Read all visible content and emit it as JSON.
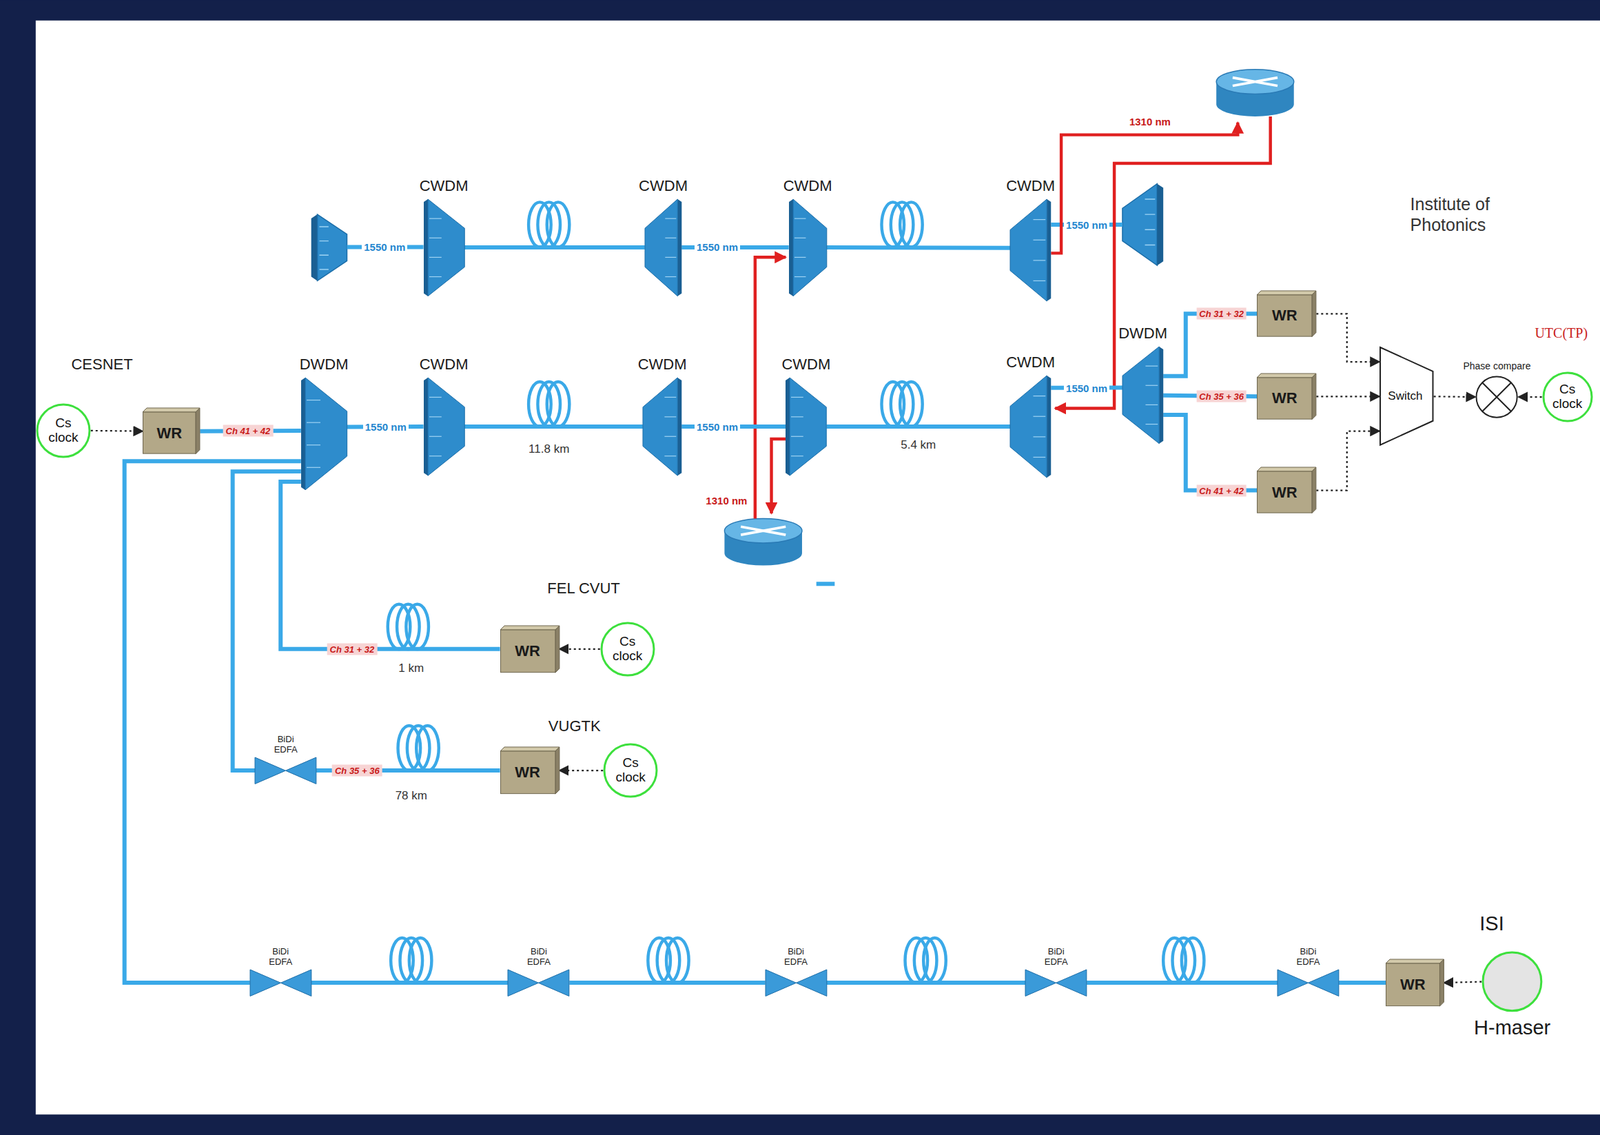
{
  "diagram": {
    "nodes": [
      {
        "text": [
          "CWDM"
        ]
      },
      {
        "text": [
          "CWDM"
        ]
      },
      {
        "text": [
          "CWDM"
        ]
      },
      {
        "text": [
          "CWDM"
        ]
      },
      {
        "text": [
          "WR"
        ]
      },
      {
        "text": [
          "Cs clock"
        ]
      },
      {
        "text": [
          "WR"
        ]
      },
      {
        "text": [
          "DWDM"
        ]
      },
      {
        "text": [
          "CWDM"
        ]
      },
      {
        "text": [
          "CWDM"
        ]
      },
      {
        "text": [
          "CWDM"
        ]
      },
      {
        "text": [
          "CWDM"
        ]
      },
      {
        "text": [
          "DWDM"
        ]
      },
      {
        "text": [
          "WR"
        ]
      },
      {
        "text": [
          "Switch"
        ]
      },
      {
        "text": [
          "Phase compare"
        ]
      },
      {
        "text": [
          "Cs clock"
        ]
      },
      {
        "text": [
          "WR"
        ]
      },
      {
        "text": [
          "WR"
        ]
      },
      {
        "text": [
          "Cs clock"
        ]
      },
      {
        "text": [
          "BiDi EDFA"
        ]
      },
      {
        "text": [
          "WR"
        ]
      },
      {
        "text": [
          "Cs clock"
        ]
      },
      {
        "text": [
          "BiDi EDFA"
        ]
      },
      {
        "text": [
          "BiDi EDFA"
        ]
      },
      {
        "text": [
          "BiDi EDFA"
        ]
      },
      {
        "text": [
          "BiDi EDFA"
        ]
      },
      {
        "text": [
          "BiDi EDFA"
        ]
      },
      {
        "text": [
          "WR"
        ]
      },
      {
        "text": [
          "H-maser"
        ]
      }
    ],
    "edges": [
      {
        "from": 5,
        "to": 6,
        "arrow": "to"
      },
      {
        "from": 6,
        "to": 7,
        "label": "Ch 41 + 42",
        "arrow": "none"
      },
      {
        "from": 7,
        "to": 8,
        "label": "1550 nm",
        "arrow": "none"
      },
      {
        "from": 8,
        "to": 9,
        "arrow": "none"
      },
      {
        "from": 9,
        "to": 10,
        "label": "1550 nm",
        "arrow": "none"
      },
      {
        "from": 10,
        "to": 11,
        "arrow": "none"
      },
      {
        "from": 11,
        "to": 12,
        "label": "1550 nm",
        "arrow": "none"
      },
      {
        "from": 0,
        "to": 1,
        "arrow": "none"
      },
      {
        "from": 1,
        "to": 2,
        "label": "1550 nm",
        "arrow": "none"
      },
      {
        "from": 2,
        "to": 3,
        "arrow": "none"
      },
      {
        "from": 12,
        "to": 4,
        "label": "Ch 31 + 32",
        "arrow": "none"
      },
      {
        "from": 12,
        "to": 13,
        "label": "Ch 35 + 36",
        "arrow": "none"
      },
      {
        "from": 12,
        "to": 17,
        "label": "Ch 41 + 42",
        "arrow": "none"
      },
      {
        "from": 4,
        "to": 14,
        "arrow": "to"
      },
      {
        "from": 13,
        "to": 14,
        "arrow": "to"
      },
      {
        "from": 17,
        "to": 14,
        "arrow": "to"
      },
      {
        "from": 14,
        "to": 15,
        "arrow": "to"
      },
      {
        "from": 16,
        "to": 15,
        "arrow": "to"
      },
      {
        "from": 7,
        "to": 18,
        "label": "Ch 31 + 32",
        "arrow": "none"
      },
      {
        "from": 19,
        "to": 18,
        "arrow": "to"
      },
      {
        "from": 7,
        "to": 20,
        "arrow": "none"
      },
      {
        "from": 20,
        "to": 21,
        "label": "Ch 35 + 36",
        "arrow": "none"
      },
      {
        "from": 22,
        "to": 21,
        "arrow": "to"
      },
      {
        "from": 7,
        "to": 23,
        "arrow": "none"
      },
      {
        "from": 23,
        "to": 24,
        "arrow": "none"
      },
      {
        "from": 24,
        "to": 25,
        "arrow": "none"
      },
      {
        "from": 25,
        "to": 26,
        "arrow": "none"
      },
      {
        "from": 26,
        "to": 27,
        "arrow": "none"
      },
      {
        "from": 27,
        "to": 28,
        "arrow": "none"
      },
      {
        "from": 29,
        "to": 28,
        "arrow": "to"
      }
    ],
    "labels": [
      "CESNET",
      "1550 nm",
      "1550 nm",
      "1310 nm",
      "1310 nm",
      "11.8 km",
      "5.4 km",
      "1 km",
      "78 km",
      "FEL CVUT",
      "VUGTK",
      "ISI",
      "Institute of Photonics",
      "UTC(TP)"
    ]
  }
}
